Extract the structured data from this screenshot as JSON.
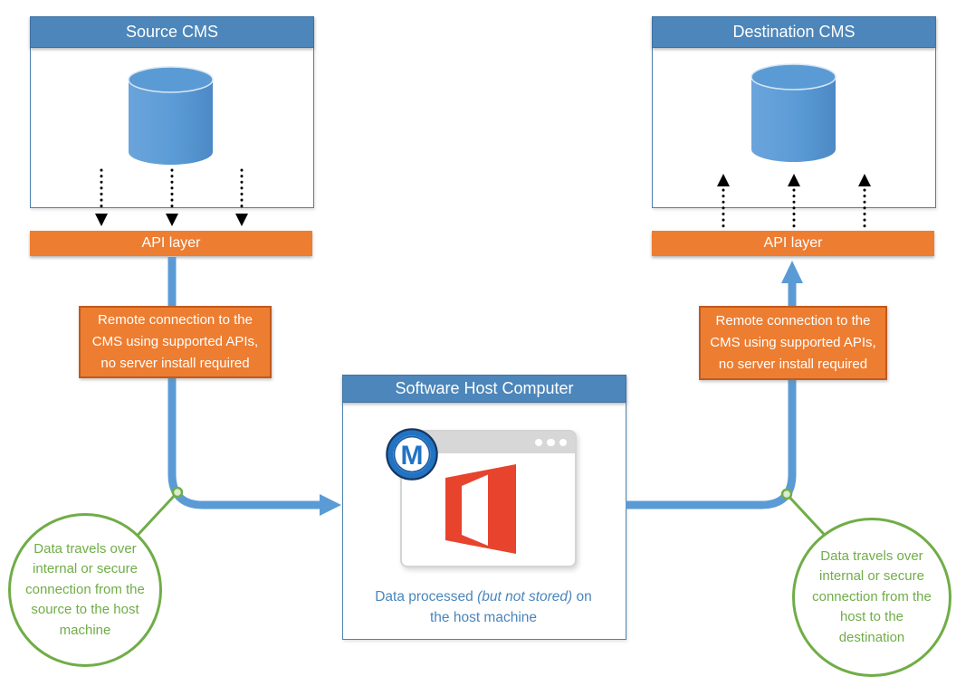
{
  "colors": {
    "header_blue": "#4C86BA",
    "connector_blue": "#5B9BD5",
    "orange": "#ED7D31",
    "orange_border": "#C05A1E",
    "green": "#70AD47",
    "caption_blue": "#4A86BB",
    "office_red": "#E8432D",
    "badge_blue": "#2173C4",
    "arrow_black": "#000000"
  },
  "source_cms": {
    "title": "Source CMS",
    "api_label": "API layer"
  },
  "destination_cms": {
    "title": "Destination CMS",
    "api_label": "API layer"
  },
  "notes": {
    "remote_left": "Remote connection to the CMS using supported APIs, no server install required",
    "remote_right": "Remote connection to the CMS using supported APIs, no server install required"
  },
  "host": {
    "title": "Software Host Computer",
    "logo_letter": "M",
    "caption": {
      "pre": "Data processed ",
      "italic": "(but not stored)",
      "post": " on the host machine"
    }
  },
  "callouts": {
    "left": "Data travels over internal or secure connection from the source to the host machine",
    "right": "Data travels over internal or secure connection from the host to the destination"
  }
}
